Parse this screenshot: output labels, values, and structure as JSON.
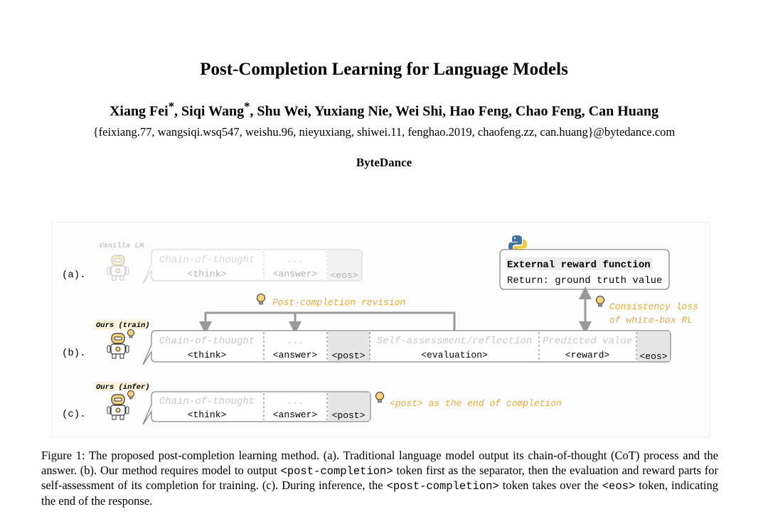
{
  "paper": {
    "title": "Post-Completion Learning for Language Models",
    "authors": [
      {
        "name": "Xiang Fei",
        "mark": "*"
      },
      {
        "name": "Siqi Wang",
        "mark": "*"
      },
      {
        "name": "Shu Wei",
        "mark": ""
      },
      {
        "name": "Yuxiang Nie",
        "mark": ""
      },
      {
        "name": "Wei Shi",
        "mark": ""
      },
      {
        "name": "Hao Feng",
        "mark": ""
      },
      {
        "name": "Chao Feng",
        "mark": ""
      },
      {
        "name": "Can Huang",
        "mark": ""
      }
    ],
    "emails": "{feixiang.77, wangsiqi.wsq547, weishu.96, nieyuxiang, shiwei.11, fenghao.2019, chaofeng.zz, can.huang}@bytedance.com",
    "affiliation": "ByteDance"
  },
  "figure": {
    "rows": {
      "a": {
        "label": "(a).",
        "model": "Vanilla LM"
      },
      "b": {
        "label": "(b).",
        "model": "Ours (train)"
      },
      "c": {
        "label": "(c).",
        "model": "Ours (infer)"
      }
    },
    "segments": {
      "cot": "Chain-of-thought",
      "think": "<think>",
      "ellipsis": "...",
      "answer": "<answer>",
      "eos": "<eos>",
      "post": "<post>",
      "self_assess": "Self-assessment/reflection",
      "evaluation": "<evaluation>",
      "predicted": "Predicted value",
      "reward": "<reward>"
    },
    "annotations": {
      "revision": "Post-completion revision",
      "consistency_1": "Consistency loss",
      "consistency_2": "of white-box RL",
      "infer_note": "<post> as the end of completion"
    },
    "reward_box": {
      "line1": "External reward function",
      "line2": "Return: ground truth value"
    },
    "colors": {
      "annotation": "#e8a93a",
      "faded_text": "#c8c8c8",
      "box_border": "#9a9a9a",
      "arrow": "#999999",
      "shaded_cell": "#e6e6e6",
      "robot_head": "#f6d27a"
    },
    "icons": [
      "robot-icon",
      "lightbulb-icon",
      "python-logo-icon"
    ]
  },
  "caption": {
    "label": "Figure 1:",
    "p1": " The proposed post-completion learning method. (a). Traditional language model output its chain-of-thought (CoT) process and the answer. (b). Our method requires model to output ",
    "token1": "<post-completion>",
    "p2": " token first as the separator, then the evaluation and reward parts for self-assessment of its completion for training. (c). During inference, the ",
    "token2": "<post-completion>",
    "p3": " token takes over the ",
    "token3": "<eos>",
    "p4": " token, indicating the end of the response."
  }
}
